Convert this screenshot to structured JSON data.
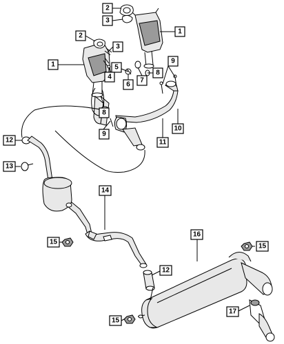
{
  "callouts": [
    {
      "id": "c1a",
      "label": "1"
    },
    {
      "id": "c1b",
      "label": "1"
    },
    {
      "id": "c2a",
      "label": "2"
    },
    {
      "id": "c2b",
      "label": "2"
    },
    {
      "id": "c3a",
      "label": "3"
    },
    {
      "id": "c3b",
      "label": "3"
    },
    {
      "id": "c4",
      "label": "4"
    },
    {
      "id": "c5",
      "label": "5"
    },
    {
      "id": "c6",
      "label": "6"
    },
    {
      "id": "c7",
      "label": "7"
    },
    {
      "id": "c8a",
      "label": "8"
    },
    {
      "id": "c8b",
      "label": "8"
    },
    {
      "id": "c9a",
      "label": "9"
    },
    {
      "id": "c9b",
      "label": "9"
    },
    {
      "id": "c10",
      "label": "10"
    },
    {
      "id": "c11",
      "label": "11"
    },
    {
      "id": "c12a",
      "label": "12"
    },
    {
      "id": "c12b",
      "label": "12"
    },
    {
      "id": "c13",
      "label": "13"
    },
    {
      "id": "c14",
      "label": "14"
    },
    {
      "id": "c15a",
      "label": "15"
    },
    {
      "id": "c15b",
      "label": "15"
    },
    {
      "id": "c15c",
      "label": "15"
    },
    {
      "id": "c16",
      "label": "16"
    },
    {
      "id": "c17",
      "label": "17"
    }
  ],
  "colors": {
    "line": "#000000",
    "fill": "#e8e8e8",
    "shade": "#9a9a9a"
  }
}
